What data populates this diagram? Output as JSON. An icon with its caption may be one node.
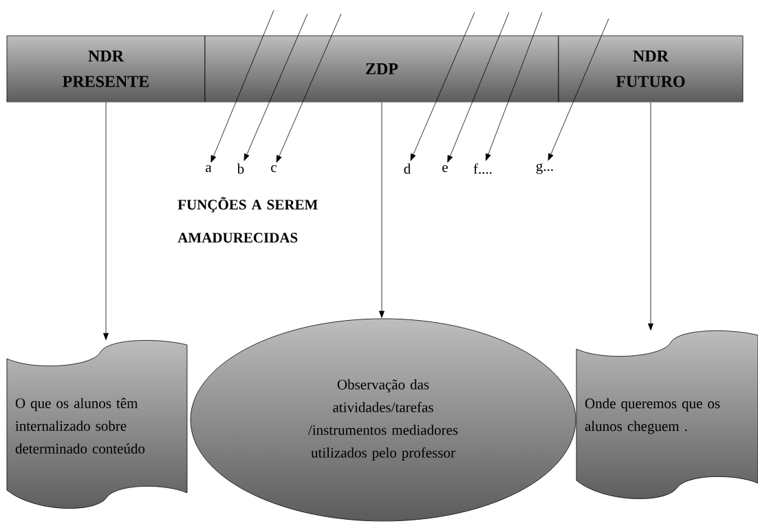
{
  "diagram": {
    "nodes": [
      {
        "text": [
          "NDR PRESENTE"
        ]
      },
      {
        "text": [
          "ZDP"
        ]
      },
      {
        "text": [
          "NDR FUTURO"
        ]
      },
      {
        "text": [
          "a"
        ]
      },
      {
        "text": [
          "b"
        ]
      },
      {
        "text": [
          "c"
        ]
      },
      {
        "text": [
          "d"
        ]
      },
      {
        "text": [
          "e"
        ]
      },
      {
        "text": [
          "f...."
        ]
      },
      {
        "text": [
          "g..."
        ]
      },
      {
        "text": [
          "O que os alunos têm internalizado sobre determinado conteúdo"
        ]
      },
      {
        "text": [
          "Observação das atividades/tarefas /instrumentos mediadores utilizados pelo professor"
        ]
      },
      {
        "text": [
          "Onde queremos que os alunos cheguem ."
        ]
      }
    ],
    "edges": [
      {
        "from": null,
        "to": 3,
        "arrow": "to"
      },
      {
        "from": null,
        "to": 4,
        "arrow": "to"
      },
      {
        "from": null,
        "to": 5,
        "arrow": "to"
      },
      {
        "from": null,
        "to": 6,
        "arrow": "to"
      },
      {
        "from": null,
        "to": 7,
        "arrow": "to"
      },
      {
        "from": null,
        "to": 8,
        "arrow": "to"
      },
      {
        "from": null,
        "to": 9,
        "arrow": "to"
      },
      {
        "from": 0,
        "to": 10,
        "arrow": "to"
      },
      {
        "from": 1,
        "to": 11,
        "arrow": "to"
      },
      {
        "from": 2,
        "to": 12,
        "arrow": "to"
      }
    ],
    "labels": [
      "FUNÇÕES A SEREM AMADURECIDAS"
    ]
  }
}
